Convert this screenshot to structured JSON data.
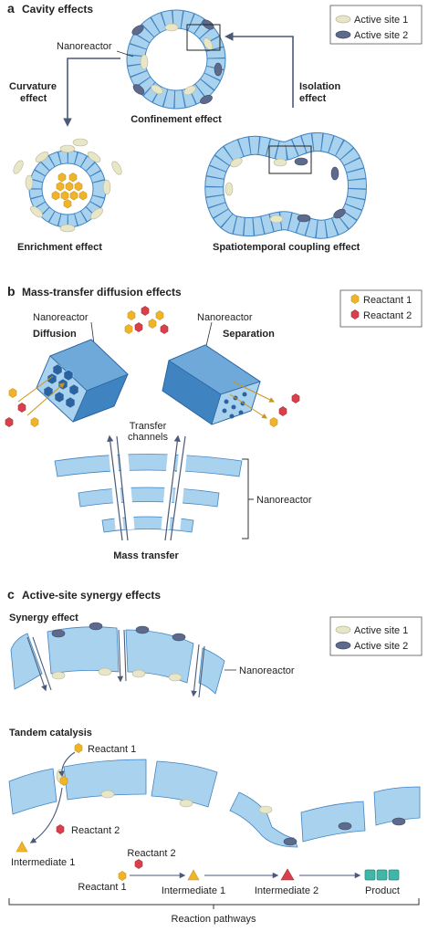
{
  "panel_a": {
    "letter": "a",
    "title": "Cavity effects",
    "legend": {
      "site1": "Active site 1",
      "site2": "Active site 2"
    },
    "nanoreactor": "Nanoreactor",
    "curvature": [
      "Curvature",
      "effect"
    ],
    "isolation": [
      "Isolation",
      "effect"
    ],
    "confinement": "Confinement effect",
    "enrichment": "Enrichment effect",
    "coupling": "Spatiotemporal coupling effect"
  },
  "panel_b": {
    "letter": "b",
    "title": "Mass-transfer diffusion effects",
    "legend": {
      "r1": "Reactant 1",
      "r2": "Reactant 2"
    },
    "nanoreactor_left": "Nanoreactor",
    "nanoreactor_right": "Nanoreactor",
    "diffusion": "Diffusion",
    "separation": "Separation",
    "transfer_channels": [
      "Transfer",
      "channels"
    ],
    "nanoreactor_brace": "Nanoreactor",
    "mass_transfer": "Mass transfer"
  },
  "panel_c": {
    "letter": "c",
    "title": "Active-site synergy effects",
    "synergy": "Synergy effect",
    "legend": {
      "site1": "Active site 1",
      "site2": "Active site 2"
    },
    "nanoreactor": "Nanoreactor",
    "tandem": "Tandem catalysis",
    "reactant1": "Reactant 1",
    "reactant2": "Reactant 2",
    "intermediate1": "Intermediate 1",
    "pathway": {
      "reactant2": "Reactant 2",
      "reactant1": "Reactant 1",
      "intermediate1": "Intermediate 1",
      "intermediate2": "Intermediate 2",
      "product": "Product"
    },
    "reaction_pathways": "Reaction pathways"
  },
  "colors": {
    "blue_fill": "#a9d2ef",
    "blue_stroke": "#3f83c1",
    "site1": "#e8e6c8",
    "site2": "#5d6a8c",
    "reactant1": "#f0b42a",
    "reactant2": "#d8414c",
    "product": "#3fb6a8",
    "arrow": "#4a5a78"
  }
}
